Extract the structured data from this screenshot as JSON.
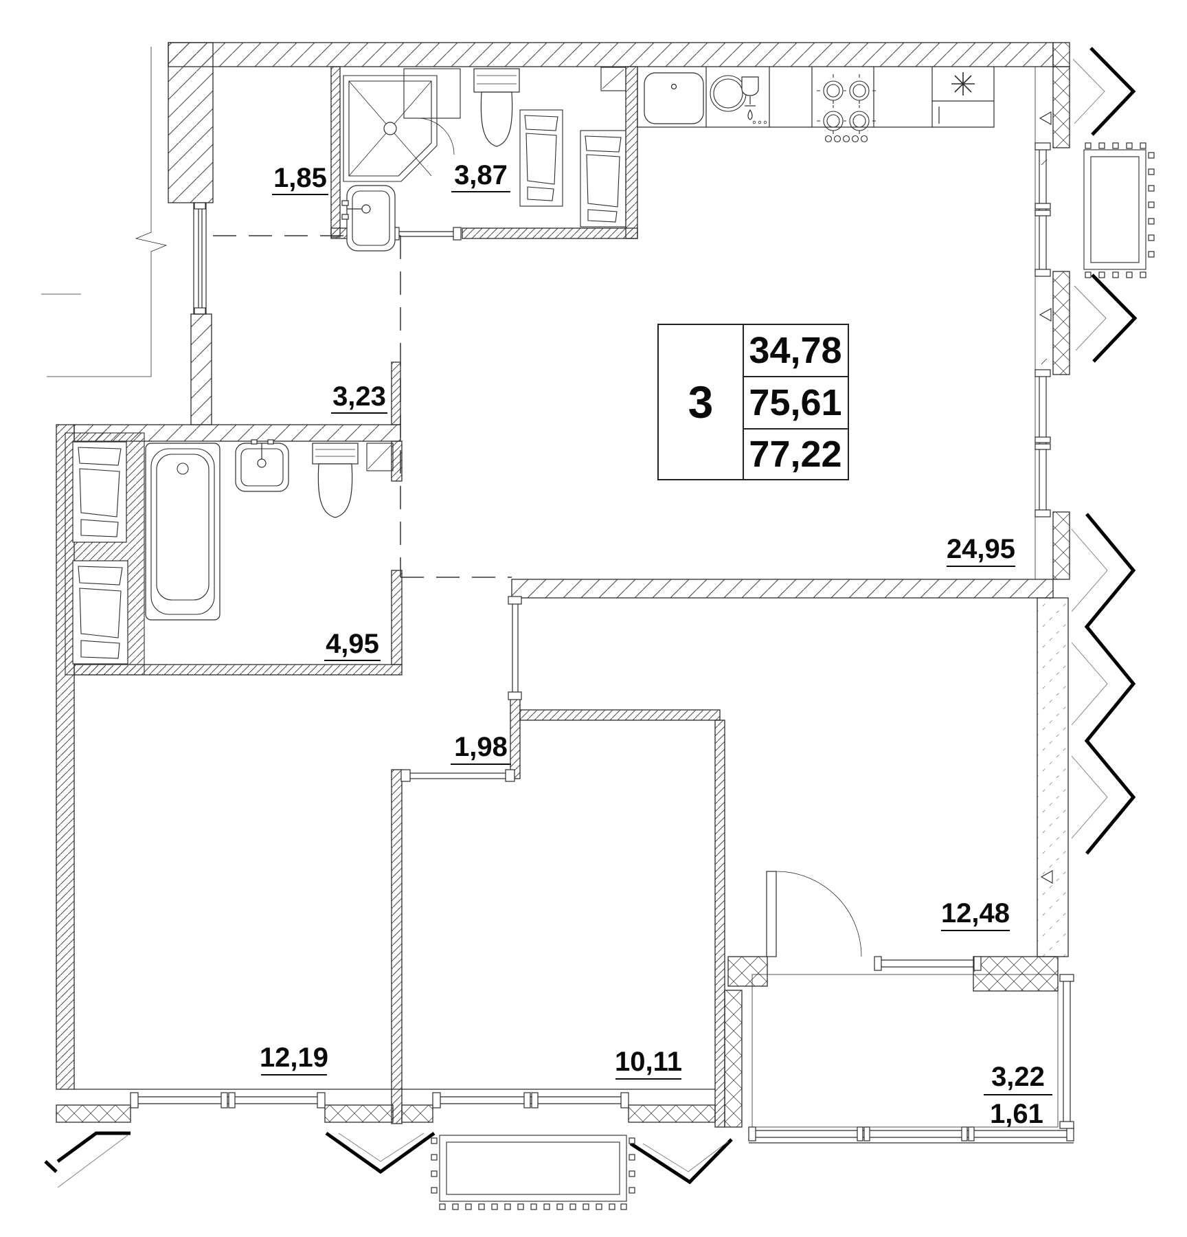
{
  "document": {
    "kind": "apartment-floor-plan",
    "units": "m2"
  },
  "area_table": {
    "rooms_count": "3",
    "living_area": "34,78",
    "apartment_area": "75,61",
    "total_area": "77,22"
  },
  "room_labels": {
    "wardrobe": "1,85",
    "bathroom_top": "3,87",
    "hallway": "3,23",
    "bathroom_left": "4,95",
    "corridor": "1,98",
    "bedroom_left": "12,19",
    "bedroom_middle": "10,11",
    "bedroom_right": "12,48",
    "living_kitchen": "24,95",
    "balcony_area": "3,22",
    "balcony_reduced": "1,61"
  },
  "fixtures": {
    "shower": "corner-shower",
    "bathtub": "bathtub",
    "toilets": "toilet",
    "sinks": "washbasin",
    "dishwasher": "dishwasher",
    "kitchen_sink": "kitchen-sink",
    "gas_hob": "gas-hob-4-burners",
    "fridge": "refrigerator",
    "vent_shaft": "ventilation-shaft",
    "ac_basket": "ac-unit-basket"
  }
}
